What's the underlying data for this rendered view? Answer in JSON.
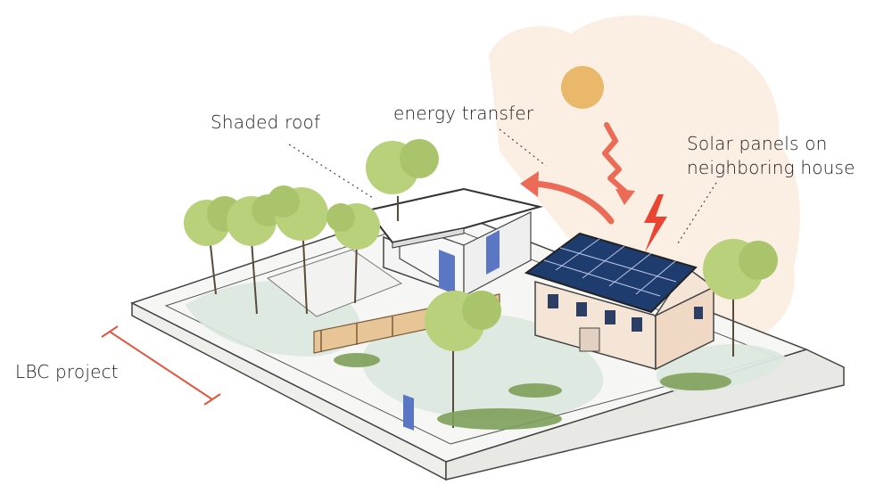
{
  "labels": {
    "shaded_roof": "Shaded roof",
    "energy_transfer": "energy transfer",
    "solar_panels_line1": "Solar panels on",
    "solar_panels_line2": "neighboring house",
    "lbc_project": "LBC project"
  },
  "colors": {
    "sun": "#eab86a",
    "sun_glow": "#fbeee2",
    "energy_arrow": "#ec6b57",
    "lightning": "#ea4432",
    "bracket": "#e5553f",
    "grass": "#dbe8df",
    "tree_foliage": "#b9d17a",
    "wall_blue": "#5b77c4",
    "house_wall": "#f4e5d6",
    "fence": "#e8c596",
    "solar_panel": "#1f3c6e",
    "text": "#222222"
  },
  "icons": {
    "sun": "sun-icon",
    "energy_arrow": "curved-arrow-icon",
    "lightning": "lightning-bolt-icon"
  }
}
